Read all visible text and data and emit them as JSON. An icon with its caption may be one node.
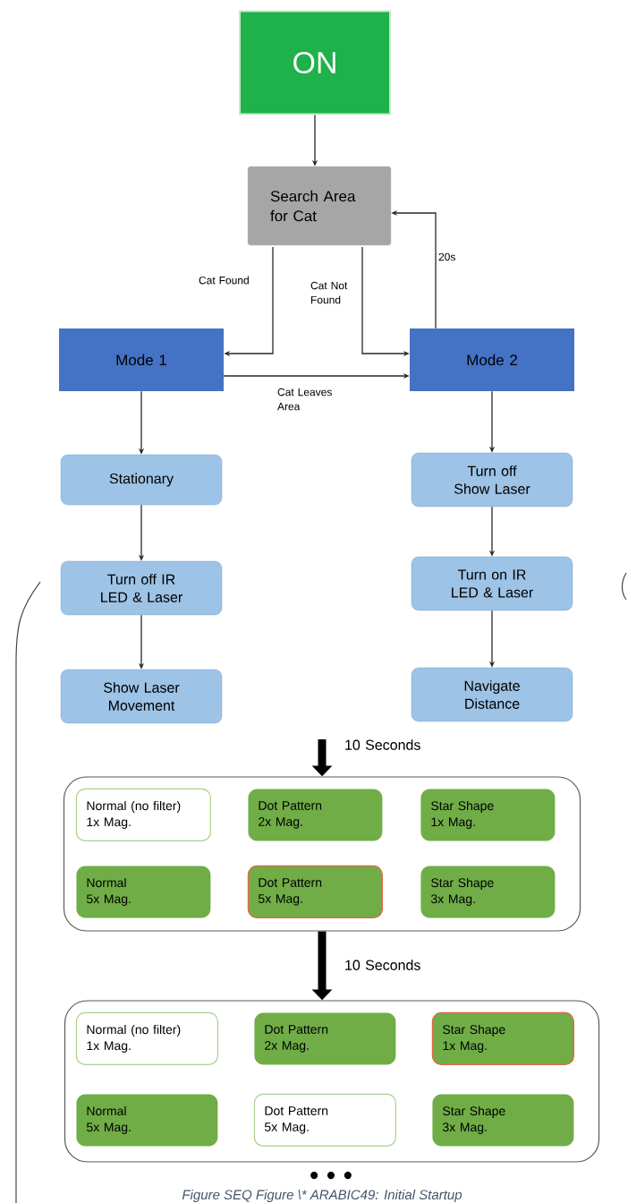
{
  "diagram": {
    "caption": "Figure SEQ Figure \\* ARABIC49: Initial Startup",
    "nodes": [
      {
        "text": [
          "ON"
        ]
      },
      {
        "text": [
          "Search Area for Cat"
        ]
      },
      {
        "text": [
          "Mode 1"
        ]
      },
      {
        "text": [
          "Mode 2"
        ]
      },
      {
        "text": [
          "Stationary"
        ]
      },
      {
        "text": [
          "Turn off IR LED & Laser"
        ]
      },
      {
        "text": [
          "Show Laser Movement"
        ]
      },
      {
        "text": [
          "Turn off Show Laser"
        ]
      },
      {
        "text": [
          "Turn on IR LED & Laser"
        ]
      },
      {
        "text": [
          "Navigate Distance"
        ]
      },
      {
        "text": [],
        "shape": "box"
      },
      {
        "text": [
          "Normal (no filter)",
          "1x Mag."
        ],
        "in": 10
      },
      {
        "text": [
          "Dot Pattern",
          "2x Mag."
        ],
        "in": 10
      },
      {
        "text": [
          "Star Shape",
          "1x Mag."
        ],
        "in": 10
      },
      {
        "text": [
          "Normal",
          "5x Mag."
        ],
        "in": 10
      },
      {
        "text": [
          "Dot Pattern",
          "5x Mag."
        ],
        "in": 10
      },
      {
        "text": [
          "Star Shape",
          "3x Mag."
        ],
        "in": 10
      },
      {
        "text": [],
        "shape": "box"
      },
      {
        "text": [
          "Normal (no filter)",
          "1x Mag."
        ],
        "in": 17
      },
      {
        "text": [
          "Dot Pattern",
          "2x Mag."
        ],
        "in": 17
      },
      {
        "text": [
          "Star Shape",
          "1x Mag."
        ],
        "in": 17
      },
      {
        "text": [
          "Normal",
          "5x Mag."
        ],
        "in": 17
      },
      {
        "text": [
          "Dot Pattern",
          "5x Mag."
        ],
        "in": 17
      },
      {
        "text": [
          "Star Shape",
          "3x Mag."
        ],
        "in": 17
      }
    ],
    "edges": [
      {
        "from": 0,
        "to": 1,
        "arrow": "to"
      },
      {
        "from": 1,
        "to": 2,
        "arrow": "to",
        "label": "Cat Found"
      },
      {
        "from": 1,
        "to": 3,
        "arrow": "to",
        "label": "Cat Not Found"
      },
      {
        "from": 2,
        "to": 3,
        "arrow": "to",
        "label": "Cat Leaves Area"
      },
      {
        "from": 3,
        "to": 1,
        "arrow": "to",
        "label": "20s"
      },
      {
        "from": 2,
        "to": 4,
        "arrow": "to"
      },
      {
        "from": 4,
        "to": 5,
        "arrow": "to"
      },
      {
        "from": 5,
        "to": 6,
        "arrow": "to"
      },
      {
        "from": 3,
        "to": 7,
        "arrow": "to"
      },
      {
        "from": 7,
        "to": 8,
        "arrow": "to"
      },
      {
        "from": 8,
        "to": 9,
        "arrow": "to"
      },
      {
        "from": null,
        "to": 10,
        "arrow": "to",
        "label": "10 Seconds",
        "style": "thick"
      },
      {
        "from": 10,
        "to": 17,
        "arrow": "to",
        "label": "10 Seconds",
        "style": "thick"
      }
    ],
    "labels": [
      "• • •"
    ]
  }
}
